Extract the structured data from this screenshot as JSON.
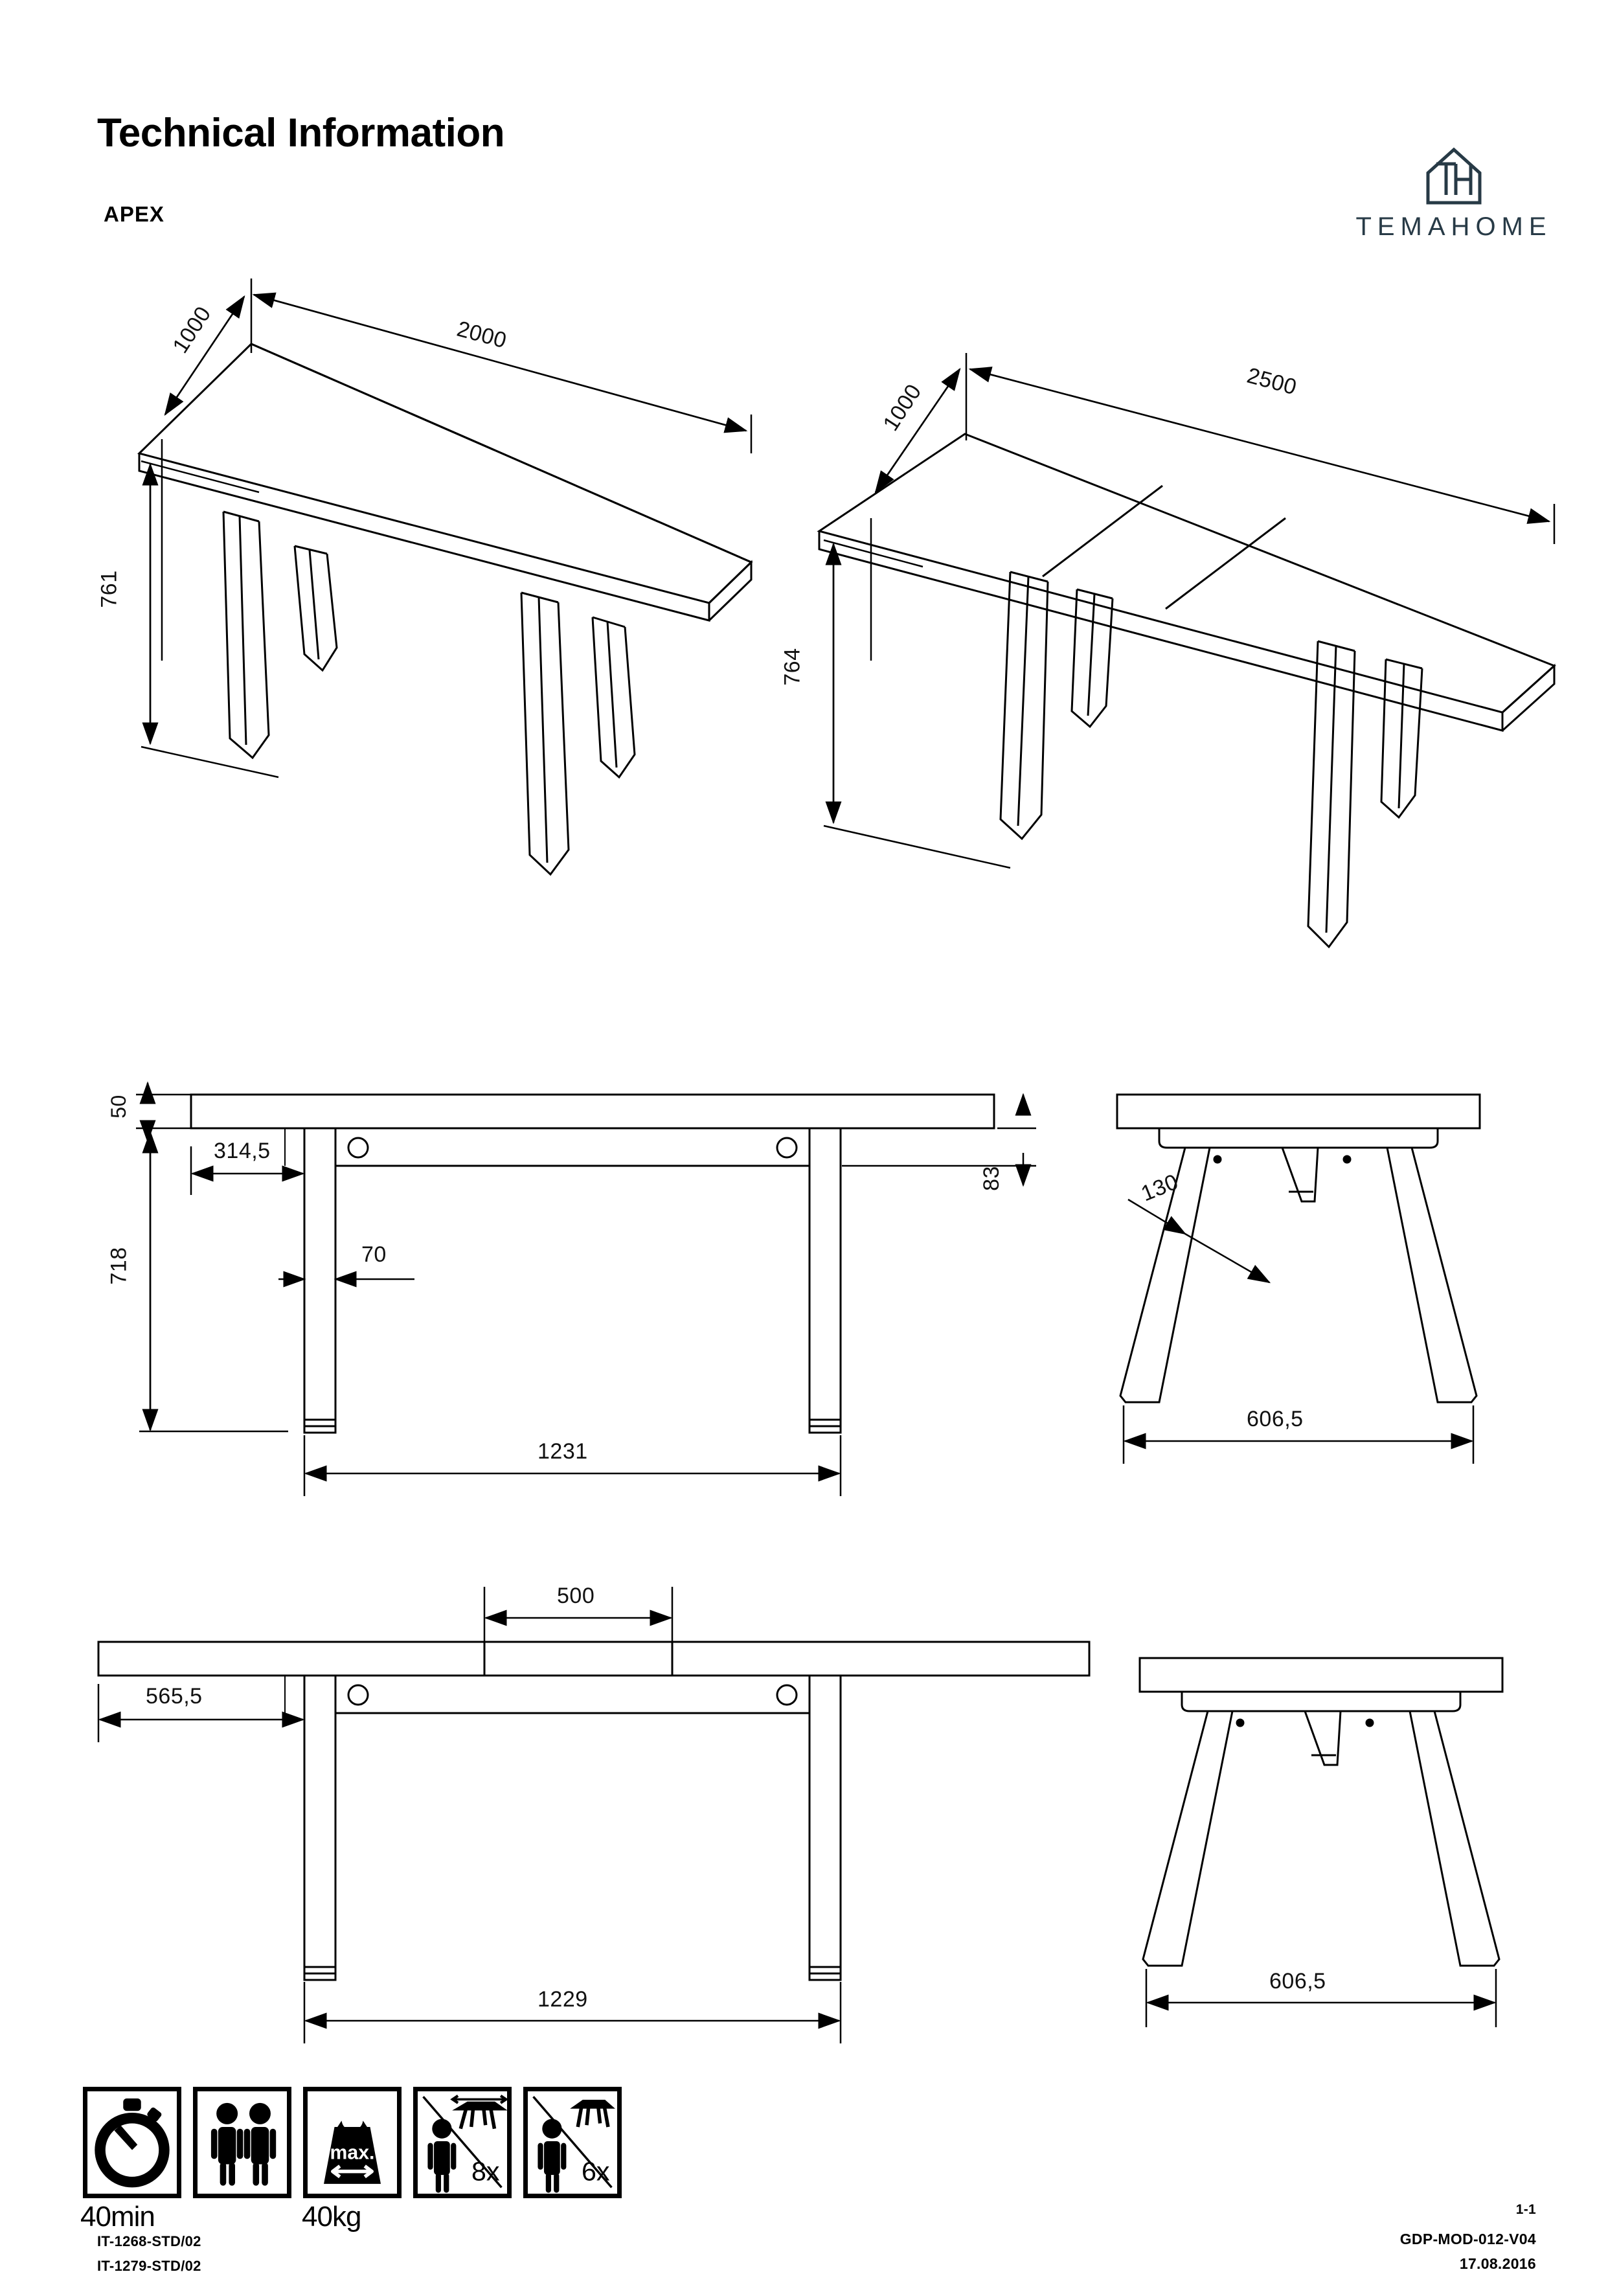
{
  "header": {
    "title": "Technical Information",
    "model": "APEX",
    "brand": "TEMAHOME",
    "brand_monogram": "TH",
    "brand_color": "#273a46"
  },
  "views": {
    "iso_closed": {
      "name": "Isometric view — closed",
      "dims": {
        "depth": "1000",
        "length": "2000",
        "height": "761"
      }
    },
    "iso_open": {
      "name": "Isometric view — extended",
      "dims": {
        "depth": "1000",
        "length": "2500",
        "height": "764"
      }
    },
    "front_closed": {
      "name": "Front elevation — closed",
      "dims": {
        "top_thickness": "50",
        "overhang": "314,5",
        "leg_height": "718",
        "leg_width": "70",
        "rail_height": "83",
        "leg_span": "1231"
      }
    },
    "side_closed": {
      "name": "Side elevation — closed",
      "dims": {
        "leg_width": "130",
        "foot_span": "606,5"
      }
    },
    "front_open": {
      "name": "Front elevation — extended",
      "dims": {
        "leaf_width": "500",
        "overhang": "565,5",
        "leg_span": "1229"
      }
    },
    "side_open": {
      "name": "Side elevation — extended",
      "dims": {
        "foot_span": "606,5"
      }
    }
  },
  "pictograms": [
    {
      "icon": "stopwatch-icon",
      "caption": "40min",
      "label": "Assembly time"
    },
    {
      "icon": "two-persons-icon",
      "caption": "",
      "label": "Two people required"
    },
    {
      "icon": "max-weight-icon",
      "caption": "40kg",
      "label": "Maximum load",
      "inner_text": "max."
    },
    {
      "icon": "table-extended-person-icon",
      "caption": "",
      "label": "Do not carry extended alone",
      "inner_text": "8x"
    },
    {
      "icon": "table-closed-person-icon",
      "caption": "",
      "label": "Do not carry closed alone",
      "inner_text": "6x"
    }
  ],
  "footer": {
    "ref_1": "IT-1268-STD/02",
    "ref_2": "IT-1279-STD/02",
    "page": "1-1",
    "doc_code": "GDP-MOD-012-V04",
    "date": "17.08.2016"
  }
}
